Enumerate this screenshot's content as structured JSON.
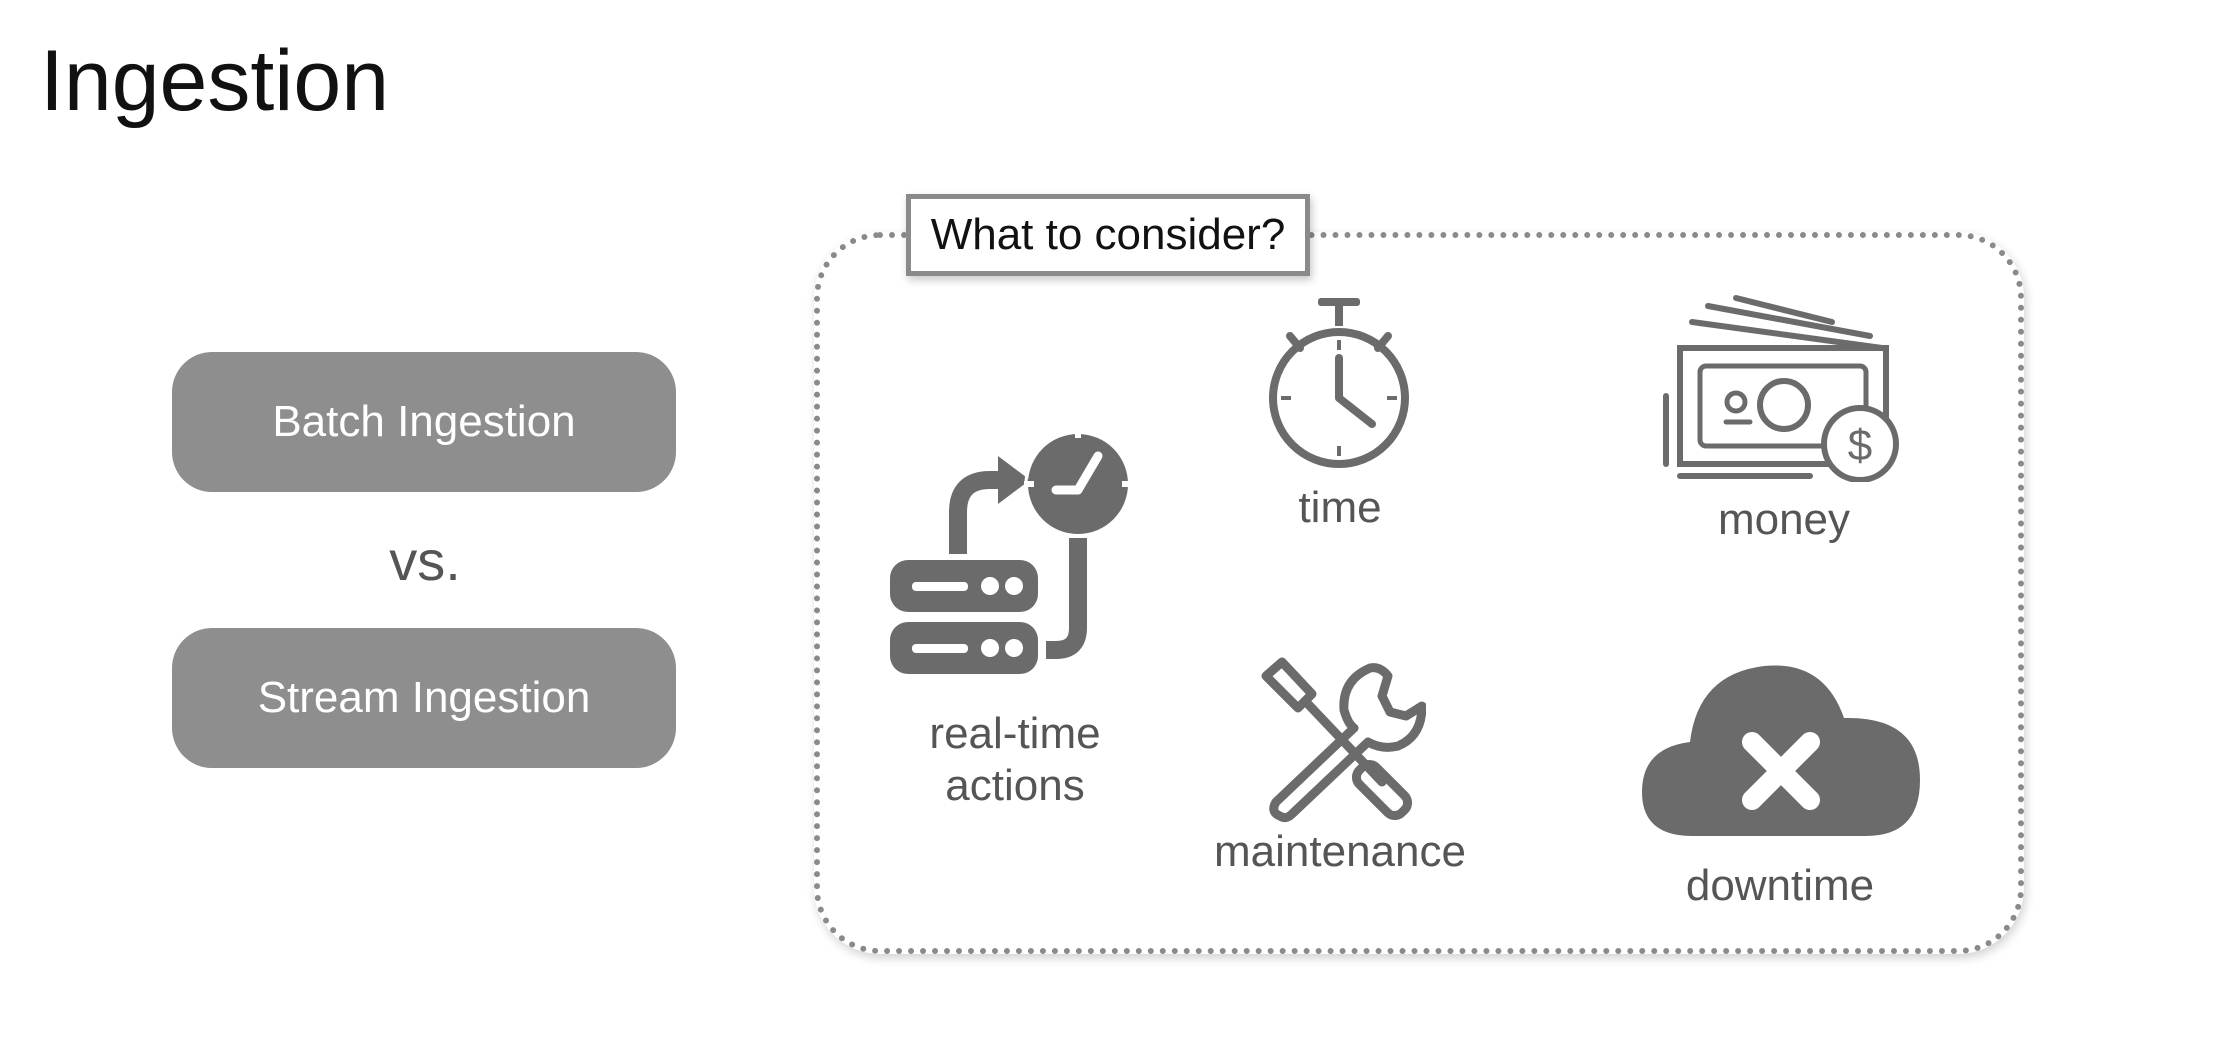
{
  "title": "Ingestion",
  "options": {
    "batch_label": "Batch Ingestion",
    "vs_label": "vs.",
    "stream_label": "Stream Ingestion"
  },
  "considerations": {
    "heading": "What to consider?",
    "items": [
      {
        "label": "real-time actions",
        "icon": "server-clock-icon"
      },
      {
        "label": "time",
        "icon": "stopwatch-icon"
      },
      {
        "label": "money",
        "icon": "money-icon"
      },
      {
        "label": "maintenance",
        "icon": "tools-icon"
      },
      {
        "label": "downtime",
        "icon": "cloud-error-icon"
      }
    ]
  },
  "colors": {
    "pill": "#8e8e8e",
    "icon": "#6b6b6b",
    "border": "#8a8a8a",
    "label": "#555555"
  }
}
